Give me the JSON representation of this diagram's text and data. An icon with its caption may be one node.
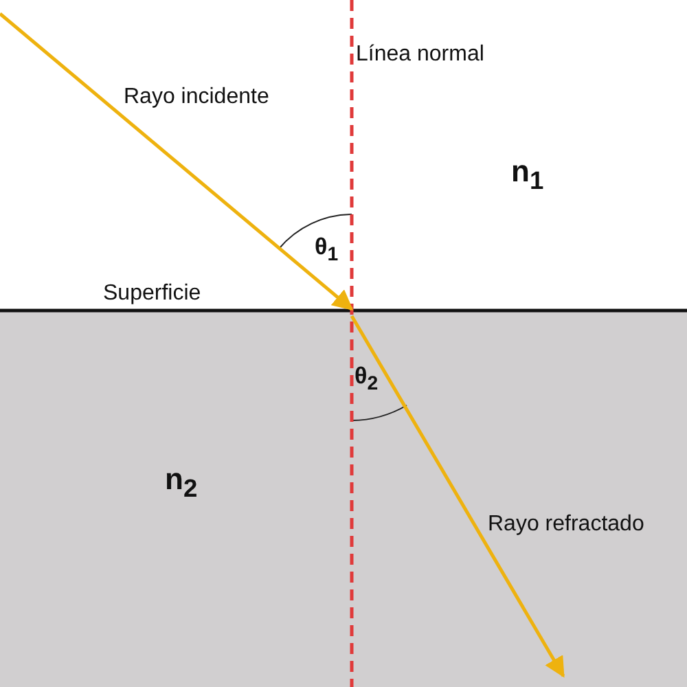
{
  "diagram": {
    "nodes": [
      {
        "text": [
          "n$_{1}$"
        ]
      },
      {
        "text": [
          "n$_{2}$"
        ]
      }
    ],
    "edges": [
      {
        "from": null,
        "to": 0,
        "arrow": "to",
        "label": "Rayo incidente",
        "color": "#eeb20f"
      },
      {
        "from": null,
        "to": 1,
        "arrow": "to",
        "label": "Rayo refractado",
        "color": "#eeb20f"
      }
    ],
    "labels": [
      "Línea normal",
      "Superficie",
      "θ$_{1}$",
      "θ$_{2}$"
    ]
  }
}
